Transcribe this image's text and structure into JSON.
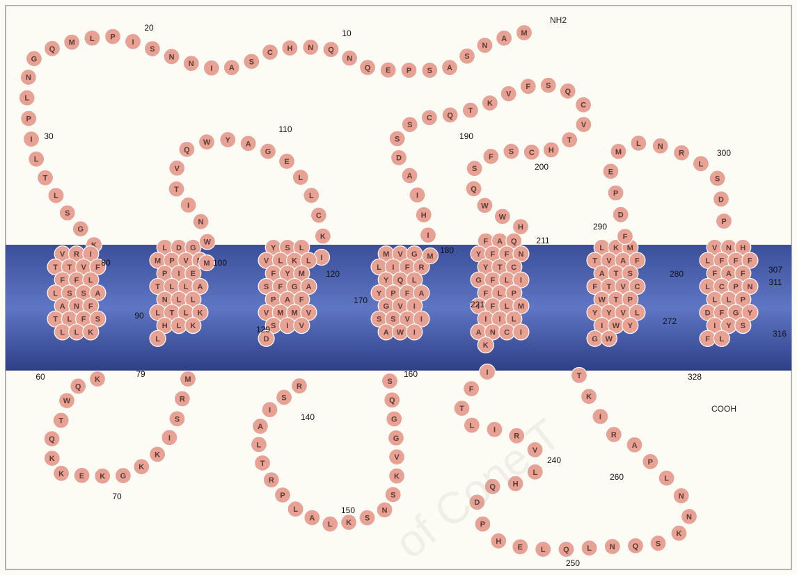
{
  "diagram": {
    "colors": {
      "membrane": "#4a5fa8",
      "membrane_edge": "#2e3f86",
      "residue_fill": "#e7a294",
      "residue_stroke": "#ffffff",
      "residue_text": "#5a3a38",
      "background": "#fdfcf4",
      "frame": "#9a9a9a"
    },
    "termini": {
      "n": "NH2",
      "c": "COOH"
    },
    "watermark": "of Cone T",
    "numbers": [
      "10",
      "20",
      "30",
      "60",
      "70",
      "79",
      "80",
      "90",
      "100",
      "110",
      "120",
      "129",
      "140",
      "150",
      "160",
      "170",
      "180",
      "190",
      "200",
      "211",
      "221",
      "240",
      "250",
      "260",
      "272",
      "280",
      "290",
      "300",
      "307",
      "311",
      "316",
      "328"
    ],
    "segments": [
      {
        "id": "nterm",
        "letters": [
          "M",
          "A",
          "N",
          "S",
          "A",
          "S",
          "P",
          "E",
          "Q",
          "N",
          "Q",
          "N",
          "H",
          "C",
          "S",
          "A",
          "I",
          "N",
          "N",
          "S",
          "I",
          "P",
          "L",
          "M",
          "Q",
          "G",
          "N",
          "L",
          "P",
          "I",
          "L",
          "T",
          "L",
          "S",
          "G",
          "K"
        ]
      },
      {
        "id": "tm1",
        "letters": [
          "V",
          "R",
          "I",
          "T",
          "T",
          "V",
          "F",
          "F",
          "F",
          "L",
          "L",
          "S",
          "S",
          "A",
          "A",
          "N",
          "F",
          "T",
          "L",
          "F",
          "S",
          "L",
          "L",
          "K"
        ]
      },
      {
        "id": "loop1",
        "letters": [
          "K",
          "Q",
          "W",
          "T",
          "Q",
          "K",
          "K",
          "E",
          "K",
          "G",
          "K",
          "K",
          "I",
          "S",
          "R",
          "M"
        ]
      },
      {
        "id": "tm2",
        "letters": [
          "L",
          "D",
          "G",
          "M",
          "P",
          "V",
          "M",
          "P",
          "I",
          "E",
          "T",
          "L",
          "L",
          "A",
          "N",
          "L",
          "L",
          "L",
          "T",
          "L",
          "K",
          "H",
          "L",
          "K",
          "L"
        ]
      },
      {
        "id": "loop2",
        "letters": [
          "M",
          "W",
          "N",
          "I",
          "T",
          "V",
          "Q",
          "W",
          "Y",
          "A",
          "G",
          "E",
          "L",
          "L",
          "C",
          "K",
          "I"
        ]
      },
      {
        "id": "tm3",
        "letters": [
          "Y",
          "S",
          "L",
          "V",
          "L",
          "K",
          "L",
          "F",
          "Y",
          "M",
          "S",
          "F",
          "G",
          "A",
          "P",
          "A",
          "F",
          "V",
          "M",
          "M",
          "V",
          "S",
          "I",
          "V",
          "D"
        ]
      },
      {
        "id": "loop3",
        "letters": [
          "R",
          "S",
          "I",
          "A",
          "L",
          "T",
          "R",
          "P",
          "L",
          "A",
          "L",
          "K",
          "S",
          "N",
          "S",
          "K",
          "V",
          "G",
          "G",
          "Q",
          "S"
        ]
      },
      {
        "id": "tm4",
        "letters": [
          "M",
          "V",
          "G",
          "L",
          "I",
          "F",
          "R",
          "Y",
          "Q",
          "L",
          "Y",
          "P",
          "F",
          "A",
          "G",
          "V",
          "I",
          "S",
          "S",
          "V",
          "I",
          "A",
          "W",
          "I"
        ]
      },
      {
        "id": "loop4",
        "letters": [
          "M",
          "I",
          "H",
          "I",
          "A",
          "D",
          "S",
          "S",
          "C",
          "Q",
          "T",
          "K",
          "V",
          "F",
          "S",
          "Q",
          "C",
          "V",
          "T",
          "H",
          "C",
          "S",
          "F",
          "S",
          "Q",
          "W",
          "W",
          "H"
        ]
      },
      {
        "id": "tm5",
        "letters": [
          "F",
          "A",
          "Q",
          "Y",
          "F",
          "F",
          "N",
          "Y",
          "T",
          "C",
          "G",
          "F",
          "L",
          "I",
          "F",
          "L",
          "P",
          "I",
          "F",
          "L",
          "M",
          "I",
          "I",
          "L",
          "A",
          "N",
          "C",
          "I",
          "K"
        ]
      },
      {
        "id": "loop5",
        "letters": [
          "I",
          "F",
          "T",
          "L",
          "I",
          "R",
          "V",
          "L",
          "H",
          "Q",
          "D",
          "P",
          "H",
          "E",
          "L",
          "Q",
          "L",
          "N",
          "Q",
          "S",
          "K",
          "N",
          "N",
          "L",
          "P",
          "A",
          "R",
          "I",
          "K",
          "T"
        ]
      },
      {
        "id": "tm6",
        "letters": [
          "L",
          "K",
          "M",
          "T",
          "V",
          "A",
          "F",
          "A",
          "T",
          "S",
          "F",
          "T",
          "V",
          "C",
          "W",
          "T",
          "P",
          "Y",
          "Y",
          "V",
          "L",
          "I",
          "W",
          "Y",
          "G",
          "W"
        ]
      },
      {
        "id": "loop6",
        "letters": [
          "F",
          "D",
          "P",
          "E",
          "M",
          "L",
          "N",
          "R",
          "L",
          "S",
          "D",
          "P"
        ]
      },
      {
        "id": "tm7",
        "letters": [
          "V",
          "N",
          "H",
          "L",
          "F",
          "F",
          "F",
          "F",
          "A",
          "F",
          "L",
          "C",
          "P",
          "N",
          "L",
          "L",
          "P",
          "D",
          "F",
          "G",
          "Y",
          "I",
          "Y",
          "S",
          "F",
          "L"
        ]
      }
    ]
  }
}
